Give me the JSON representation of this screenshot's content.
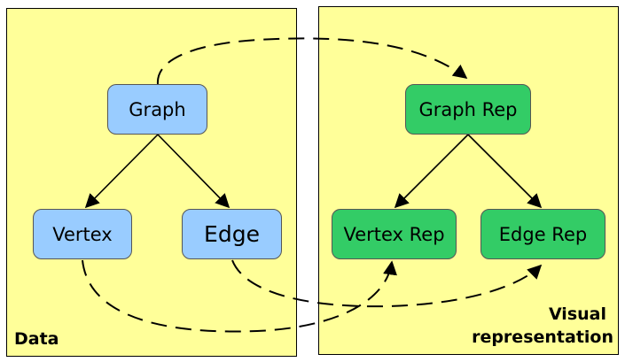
{
  "colors": {
    "panel_fill": "#ffff99",
    "data_node_fill": "#99ccff",
    "rep_node_fill": "#33cc66",
    "line": "#000000"
  },
  "panels": {
    "data": {
      "label": "Data"
    },
    "visual": {
      "label_line1": "Visual",
      "label_line2": "representation"
    }
  },
  "nodes": {
    "graph": "Graph",
    "vertex": "Vertex",
    "edge": "Edge",
    "graph_rep": "Graph Rep",
    "vertex_rep": "Vertex Rep",
    "edge_rep": "Edge Rep"
  }
}
